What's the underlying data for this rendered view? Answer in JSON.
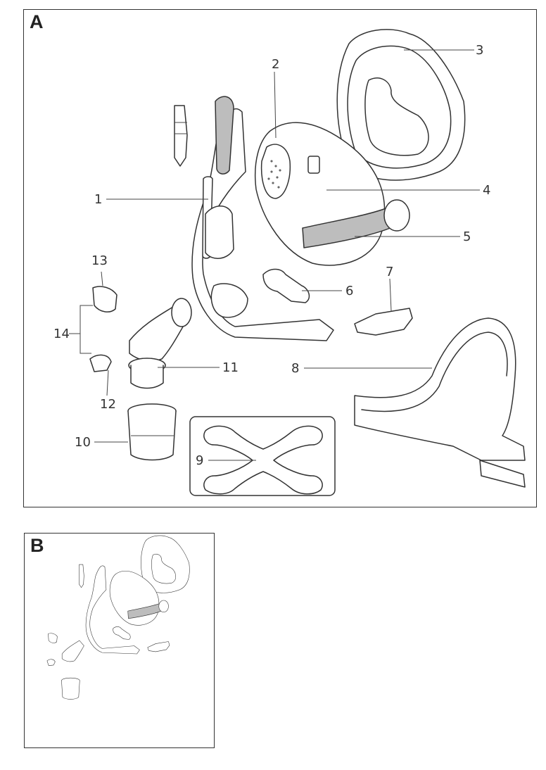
{
  "panels": [
    {
      "letter": "A"
    },
    {
      "letter": "B"
    }
  ],
  "callouts": [
    "1",
    "2",
    "3",
    "4",
    "5",
    "6",
    "7",
    "8",
    "9",
    "10",
    "11",
    "12",
    "13",
    "14"
  ],
  "colors": {
    "outline": "#333333",
    "shade": "#bdbdbd",
    "background": "#ffffff"
  }
}
